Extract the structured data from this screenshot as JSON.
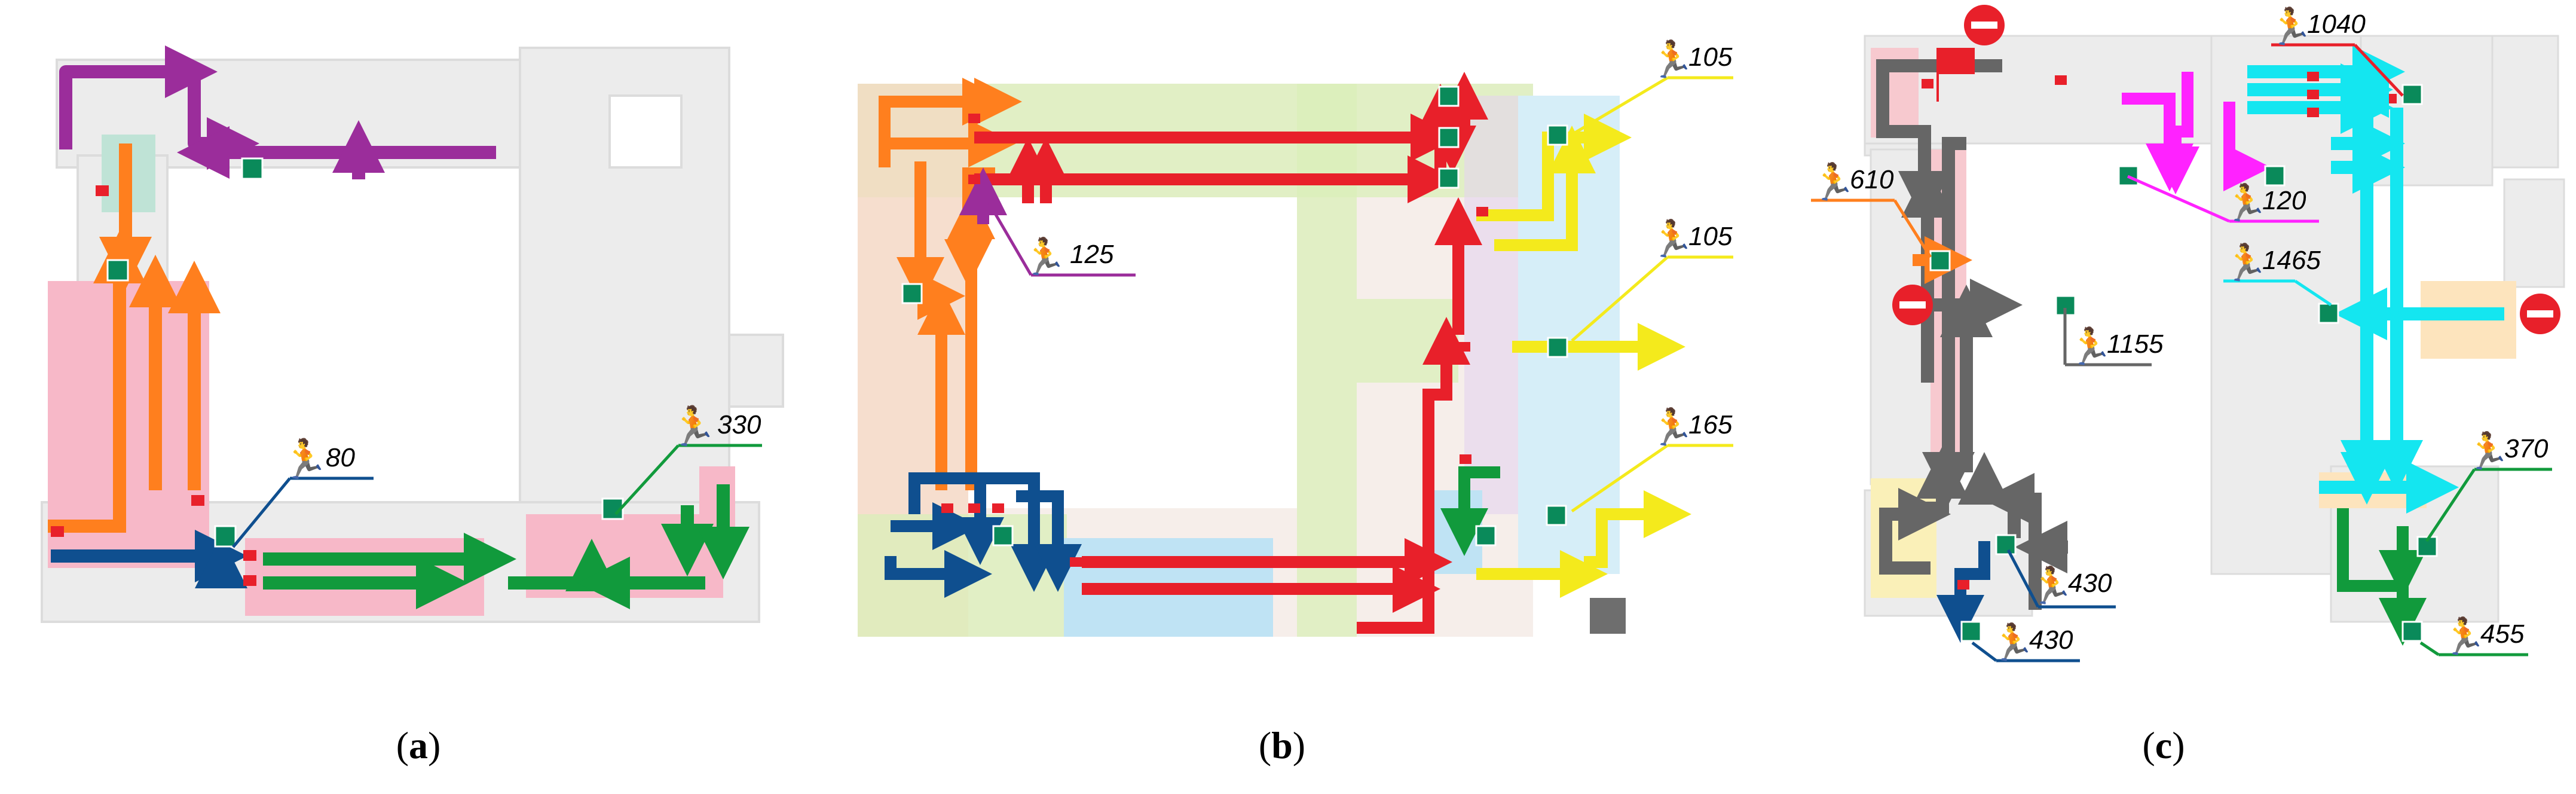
{
  "panels": [
    {
      "caption_open": "(",
      "caption_letter": "a",
      "caption_close": ")",
      "labels": [
        "80",
        "330"
      ]
    },
    {
      "caption_open": "(",
      "caption_letter": "b",
      "caption_close": ")",
      "labels": [
        "105",
        "105",
        "165",
        "125"
      ]
    },
    {
      "caption_open": "(",
      "caption_letter": "c",
      "caption_close": ")",
      "labels": [
        "1040",
        "610",
        "120",
        "1465",
        "1155",
        "370",
        "430",
        "430",
        "455"
      ]
    }
  ],
  "colors": {
    "purple": "#9b2d9b",
    "orange": "#ff7f1e",
    "blue": "#0f4f8f",
    "green": "#119a3c",
    "red": "#e8202a",
    "yellow": "#f4ea1c",
    "gray": "#666666",
    "magenta": "#ff22ff",
    "cyan": "#14e6f0",
    "exit_sign": "#0a8a5a",
    "pink_zone": "#f7b8c8",
    "light_green_zone": "#d9efb8",
    "light_blue_zone": "#bfe3f4",
    "floor": "#ededed"
  },
  "icons": [
    "running-person-icon",
    "exit-sign-icon",
    "fire-hose-icon",
    "no-entry-icon",
    "red-flag-icon"
  ]
}
